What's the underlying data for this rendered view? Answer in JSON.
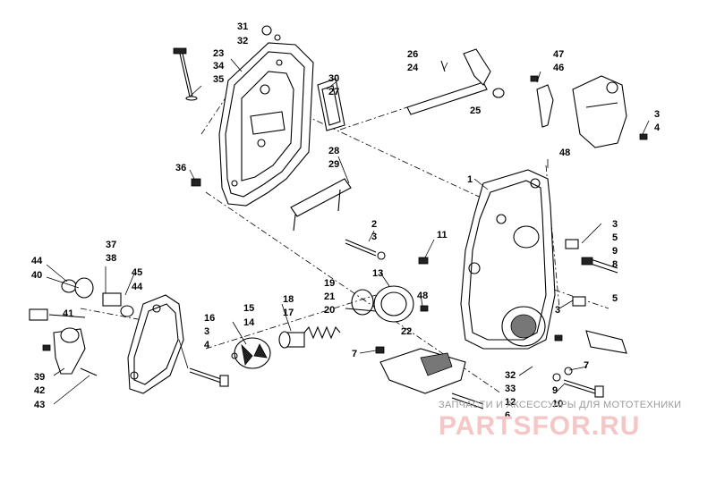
{
  "diagram": {
    "callouts": {
      "c31": "31",
      "c32": "32",
      "c23": "23",
      "c34": "34",
      "c35": "35",
      "c26": "26",
      "c24": "24",
      "c47": "47",
      "c46": "46",
      "c30": "30",
      "c27": "27",
      "c25": "25",
      "c3a": "3",
      "c4a": "4",
      "c28": "28",
      "c29": "29",
      "c48a": "48",
      "c36": "36",
      "c1": "1",
      "c2": "2",
      "c3b": "3",
      "c11": "11",
      "c3c": "3",
      "c5a": "5",
      "c9a": "9",
      "c8": "8",
      "c37": "37",
      "c38": "38",
      "c44a": "44",
      "c40": "40",
      "c45": "45",
      "c44b": "44",
      "c13": "13",
      "c19": "19",
      "c21": "21",
      "c48b": "48",
      "c18": "18",
      "c17": "17",
      "c20": "20",
      "c5b": "5",
      "c3d": "3",
      "c15": "15",
      "c14": "14",
      "c16": "16",
      "c41": "41",
      "c3e": "3",
      "c4b": "4",
      "c22": "22",
      "c7a": "7",
      "c7b": "7",
      "c39": "39",
      "c42": "42",
      "c43": "43",
      "c32b": "32",
      "c33": "33",
      "c12": "12",
      "c9b": "9",
      "c10": "10",
      "c6": "6"
    }
  },
  "watermark": {
    "tagline": "ЗАПЧАСТИ И АКСЕССУАРЫ ДЛЯ МОТОТЕХНИКИ",
    "logo": "PARTSFOR.RU"
  }
}
